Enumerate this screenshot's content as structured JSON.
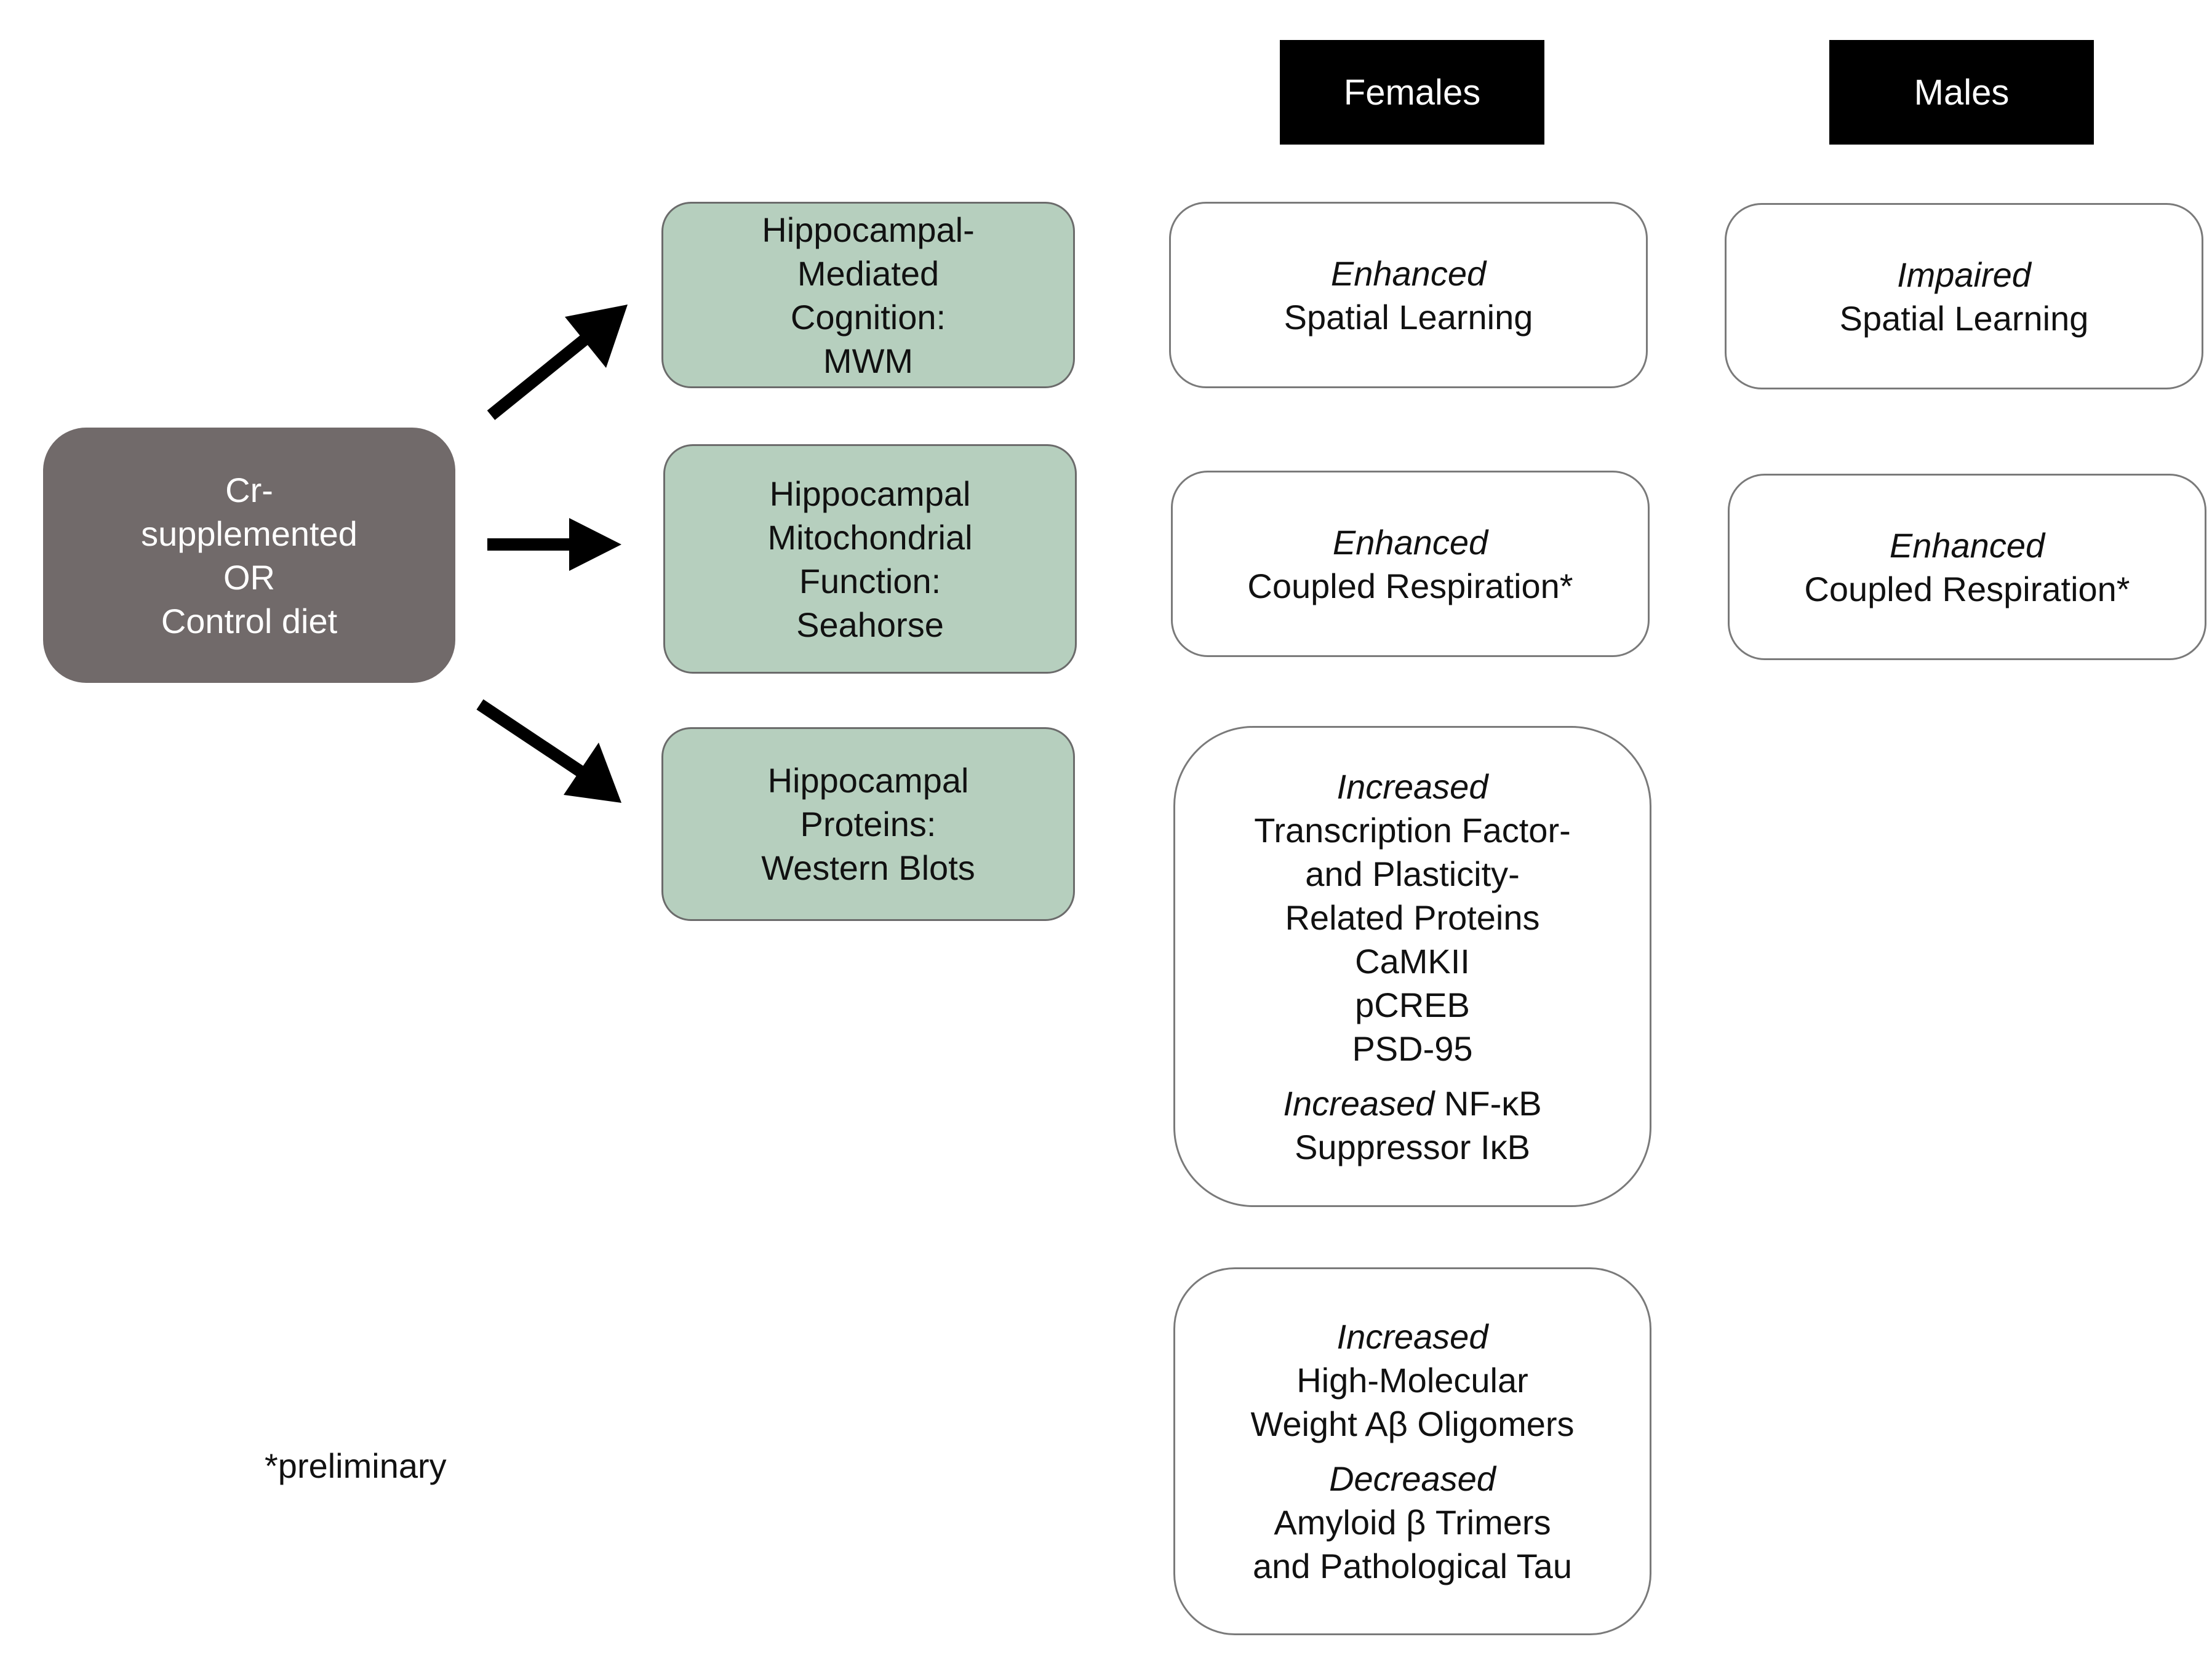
{
  "headers": {
    "females": "Females",
    "males": "Males"
  },
  "source": [
    "Cr-",
    "supplemented",
    "OR",
    "Control diet"
  ],
  "assays": {
    "cognition": [
      "Hippocampal-",
      "Mediated",
      "Cognition:",
      "MWM"
    ],
    "mito": [
      "Hippocampal",
      "Mitochondrial",
      "Function:",
      "Seahorse"
    ],
    "proteins": [
      "Hippocampal",
      "Proteins:",
      "Western Blots"
    ]
  },
  "females": {
    "spatial": {
      "qualifier": "Enhanced",
      "text": "Spatial Learning"
    },
    "respiration": {
      "qualifier": "Enhanced",
      "text": "Coupled Respiration*"
    },
    "proteins": {
      "qualifier": "Increased",
      "lines": [
        "Transcription Factor-",
        "and Plasticity-",
        "Related Proteins",
        "CaMKII",
        "pCREB",
        "PSD-95"
      ],
      "nfkb_qualifier": "Increased",
      "nfkb_rest": " NF-κB",
      "nfkb_line2": "Suppressor IκB"
    },
    "amyloid": {
      "qualifier1": "Increased",
      "lines1": [
        "High-Molecular",
        "Weight Aβ Oligomers"
      ],
      "qualifier2": "Decreased",
      "lines2": [
        "Amyloid β Trimers",
        "and Pathological Tau"
      ]
    }
  },
  "males": {
    "spatial": {
      "qualifier": "Impaired",
      "text": "Spatial Learning"
    },
    "respiration": {
      "qualifier": "Enhanced",
      "text": "Coupled Respiration*"
    }
  },
  "footnote": "*preliminary"
}
